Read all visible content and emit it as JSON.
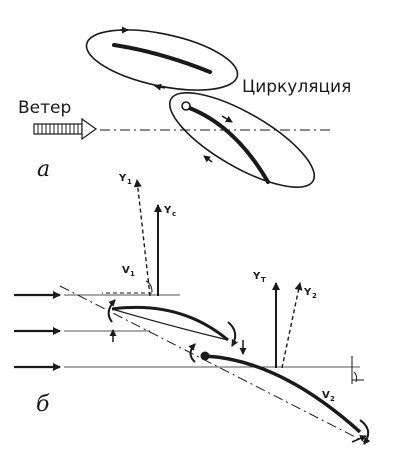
{
  "diagram": {
    "wind_label": "Ветер",
    "circulation_label": "Циркуляция",
    "panel_a_label": "а",
    "panel_b_label": "б",
    "vectors": {
      "y1_main": "Y",
      "y1_sub": "1",
      "yc_main": "Y",
      "yc_sub": "c",
      "v1_main": "V",
      "v1_sub": "1",
      "yt_main": "Y",
      "yt_sub": "T",
      "y2_main": "Y",
      "y2_sub": "2",
      "v2_main": "V",
      "v2_sub": "2"
    },
    "colors": {
      "ink": "#1a1a1a",
      "background": "#ffffff"
    }
  }
}
